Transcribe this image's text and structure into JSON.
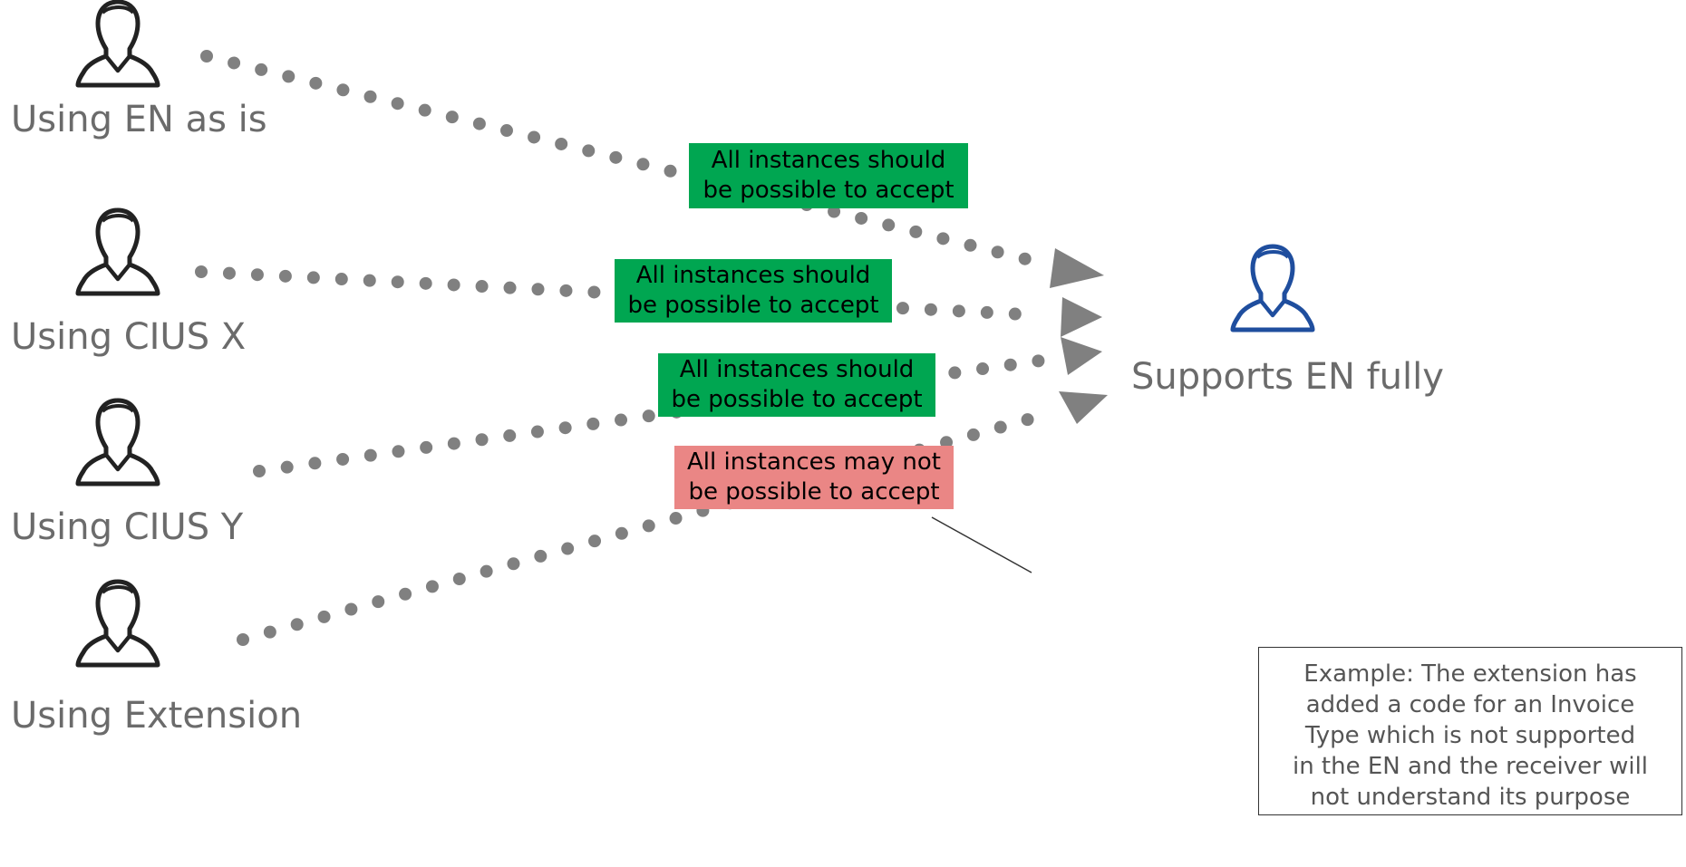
{
  "senders": [
    {
      "label": "Using EN as is"
    },
    {
      "label": "Using CIUS X"
    },
    {
      "label": "Using CIUS Y"
    },
    {
      "label": "Using Extension"
    }
  ],
  "receiver": {
    "label": "Supports EN fully"
  },
  "notes": [
    {
      "lines": [
        "All instances should",
        "be possible to accept"
      ],
      "status": "ok",
      "status_color": "#00a651"
    },
    {
      "lines": [
        "All instances should",
        "be possible to accept"
      ],
      "status": "ok",
      "status_color": "#00a651"
    },
    {
      "lines": [
        "All instances should",
        "be possible to accept"
      ],
      "status": "ok",
      "status_color": "#00a651"
    },
    {
      "lines": [
        "All instances may not",
        "be possible to accept"
      ],
      "status": "warn",
      "status_color": "#ea8685"
    }
  ],
  "example": {
    "lines": [
      "Example: The extension has",
      "added a code for an Invoice",
      "Type which is not supported",
      "in the EN and the receiver will",
      "not understand its purpose"
    ]
  },
  "colors": {
    "sender_icon": "#222222",
    "receiver_icon": "#1f4e9e",
    "flow_dots": "#808080",
    "label_text": "#6b6b6b"
  },
  "icons": {
    "sender": "person-outline-icon",
    "receiver": "person-outline-icon"
  }
}
